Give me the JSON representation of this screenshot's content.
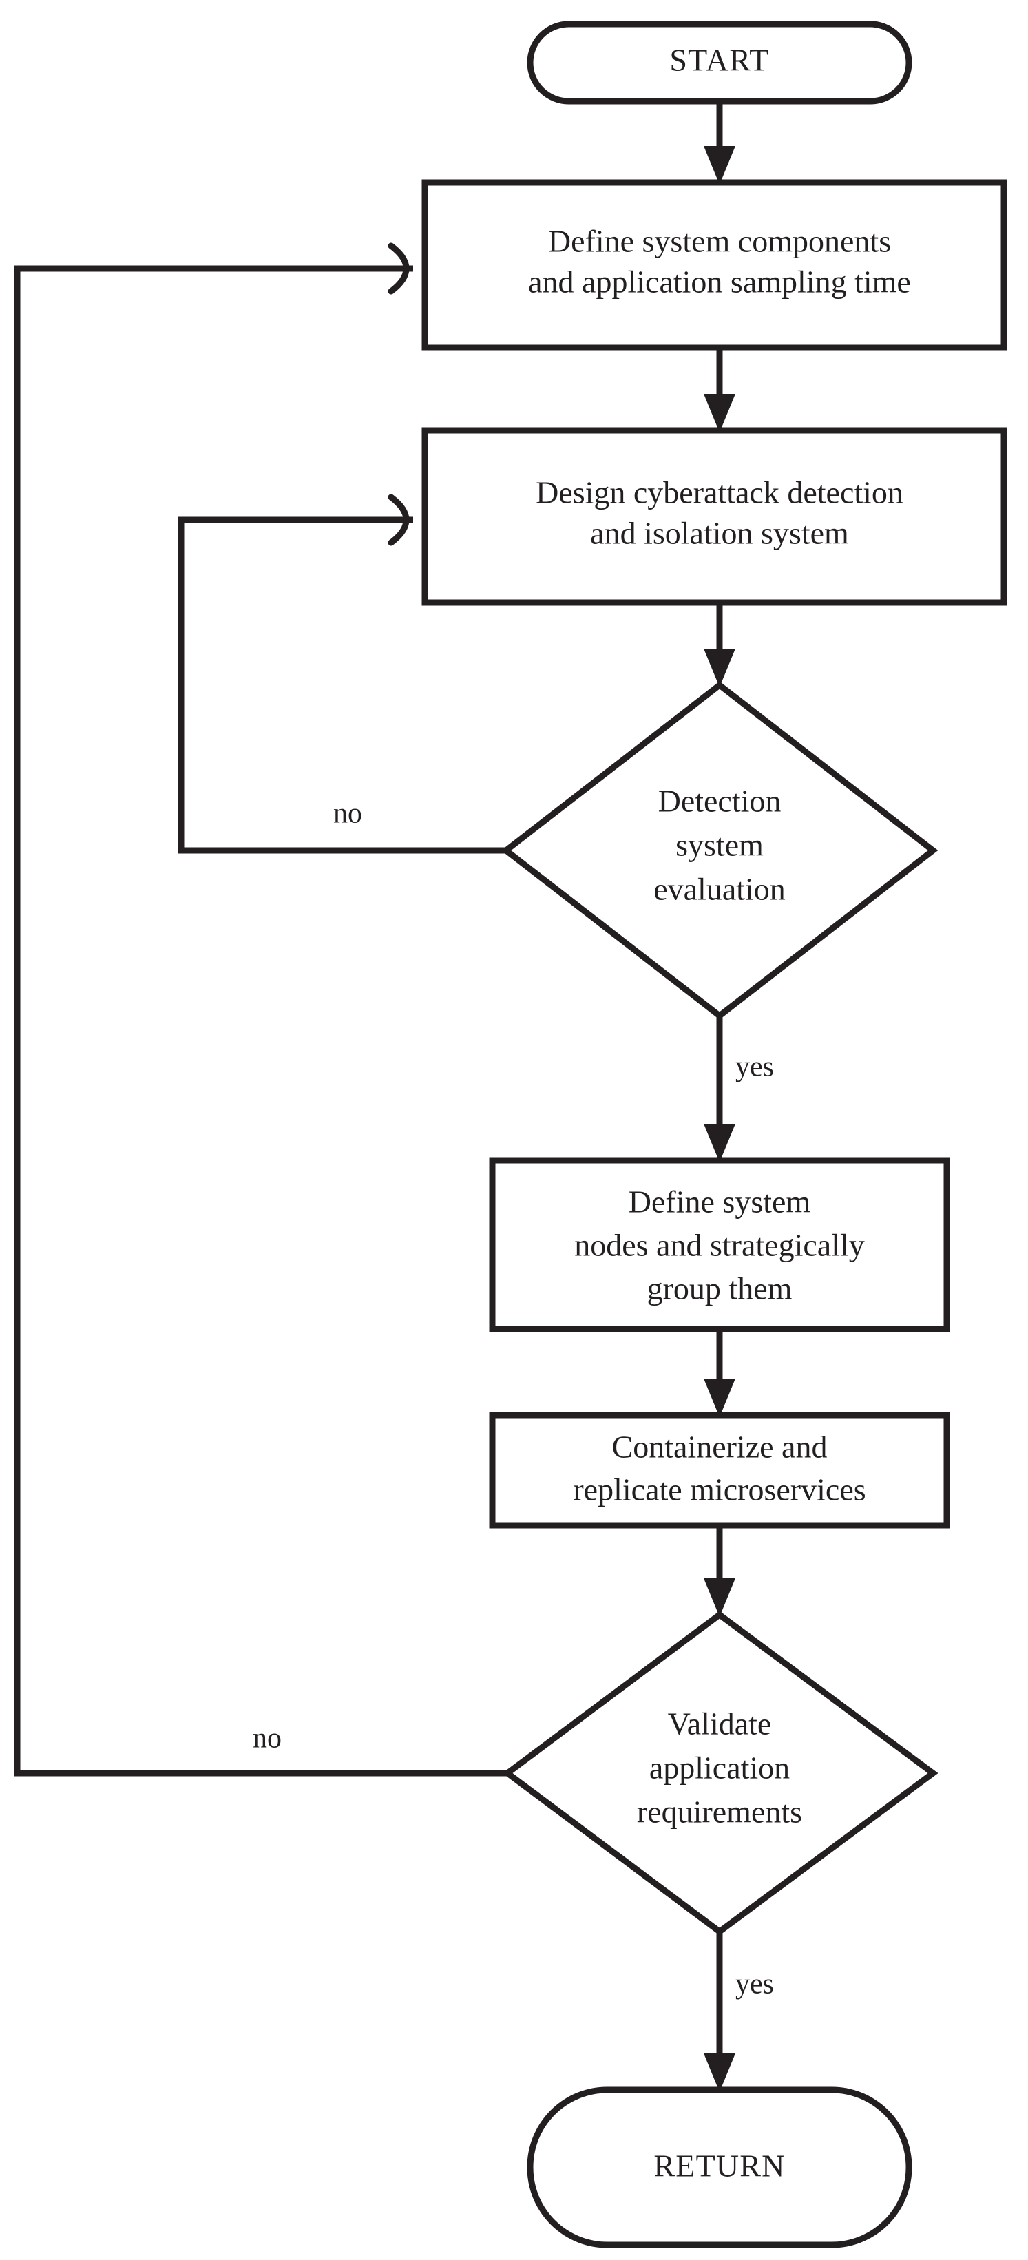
{
  "diagram": {
    "type": "flowchart",
    "title": "",
    "background_color": "#ffffff",
    "line_color": "#231f20",
    "fill_color": "#ffffff",
    "nodes": [
      {
        "id": "start",
        "shape": "terminator",
        "label": "START",
        "lines": [
          "START"
        ]
      },
      {
        "id": "define_components",
        "shape": "process",
        "label": "Define system components and application sampling time",
        "lines": [
          "Define system components",
          "and application sampling time"
        ]
      },
      {
        "id": "design_detection",
        "shape": "process",
        "label": "Design cyberattack detection and isolation system",
        "lines": [
          "Design cyberattack detection",
          "and isolation system"
        ]
      },
      {
        "id": "detection_eval",
        "shape": "decision",
        "label": "Detection system evaluation",
        "lines": [
          "Detection",
          "system",
          "evaluation"
        ]
      },
      {
        "id": "define_nodes",
        "shape": "process",
        "label": "Define system nodes and strategically group them",
        "lines": [
          "Define system",
          "nodes and strategically",
          "group them"
        ]
      },
      {
        "id": "containerize",
        "shape": "process",
        "label": "Containerize and replicate microservices",
        "lines": [
          "Containerize and",
          "replicate microservices"
        ]
      },
      {
        "id": "validate_reqs",
        "shape": "decision",
        "label": "Validate application requirements",
        "lines": [
          "Validate",
          "application",
          "requirements"
        ]
      },
      {
        "id": "return",
        "shape": "terminator",
        "label": "RETURN",
        "lines": [
          "RETURN"
        ]
      }
    ],
    "edges": [
      {
        "id": "e_start_define",
        "from": "start",
        "to": "define_components",
        "label": ""
      },
      {
        "id": "e_define_design",
        "from": "define_components",
        "to": "design_detection",
        "label": ""
      },
      {
        "id": "e_design_eval",
        "from": "design_detection",
        "to": "detection_eval",
        "label": ""
      },
      {
        "id": "e_eval_no",
        "from": "detection_eval",
        "to": "design_detection",
        "label": "no"
      },
      {
        "id": "e_eval_yes",
        "from": "detection_eval",
        "to": "define_nodes",
        "label": "yes"
      },
      {
        "id": "e_nodes_container",
        "from": "define_nodes",
        "to": "containerize",
        "label": ""
      },
      {
        "id": "e_container_validate",
        "from": "containerize",
        "to": "validate_reqs",
        "label": ""
      },
      {
        "id": "e_validate_no",
        "from": "validate_reqs",
        "to": "define_components",
        "label": "no"
      },
      {
        "id": "e_validate_yes",
        "from": "validate_reqs",
        "to": "return",
        "label": "yes"
      }
    ],
    "labels": {
      "start": "START",
      "box1_line1": "Define system components",
      "box1_line2": "and application sampling time",
      "box2_line1": "Design cyberattack detection",
      "box2_line2": "and isolation system",
      "diamond1_line1": "Detection",
      "diamond1_line2": "system",
      "diamond1_line3": "evaluation",
      "diamond1_no": "no",
      "diamond1_yes": "yes",
      "box3_line1": "Define system",
      "box3_line2": "nodes and strategically",
      "box3_line3": "group them",
      "box4_line1": "Containerize and",
      "box4_line2": "replicate microservices",
      "diamond2_line1": "Validate",
      "diamond2_line2": "application",
      "diamond2_line3": "requirements",
      "diamond2_no": "no",
      "diamond2_yes": "yes",
      "return": "RETURN"
    }
  }
}
